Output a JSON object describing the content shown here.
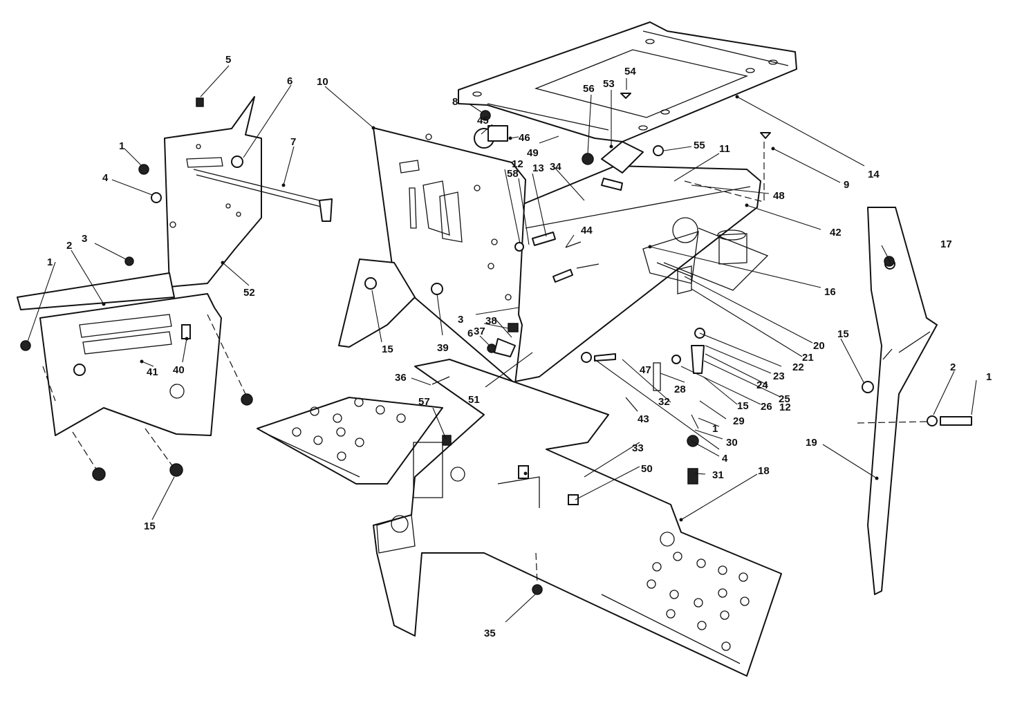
{
  "callouts": [
    "1",
    "1",
    "1",
    "1",
    "2",
    "2",
    "3",
    "3",
    "4",
    "4",
    "5",
    "6",
    "6",
    "7",
    "8",
    "9",
    "10",
    "11",
    "12",
    "12",
    "13",
    "14",
    "15",
    "15",
    "15",
    "15",
    "16",
    "17",
    "18",
    "19",
    "20",
    "21",
    "22",
    "23",
    "24",
    "25",
    "26",
    "28",
    "29",
    "30",
    "31",
    "32",
    "33",
    "34",
    "35",
    "36",
    "37",
    "38",
    "39",
    "40",
    "41",
    "42",
    "43",
    "44",
    "45",
    "46",
    "47",
    "48",
    "49",
    "50",
    "51",
    "52",
    "53",
    "54",
    "55",
    "56",
    "57",
    "58"
  ],
  "colors": {
    "ink": "#111111",
    "paper": "#ffffff"
  }
}
